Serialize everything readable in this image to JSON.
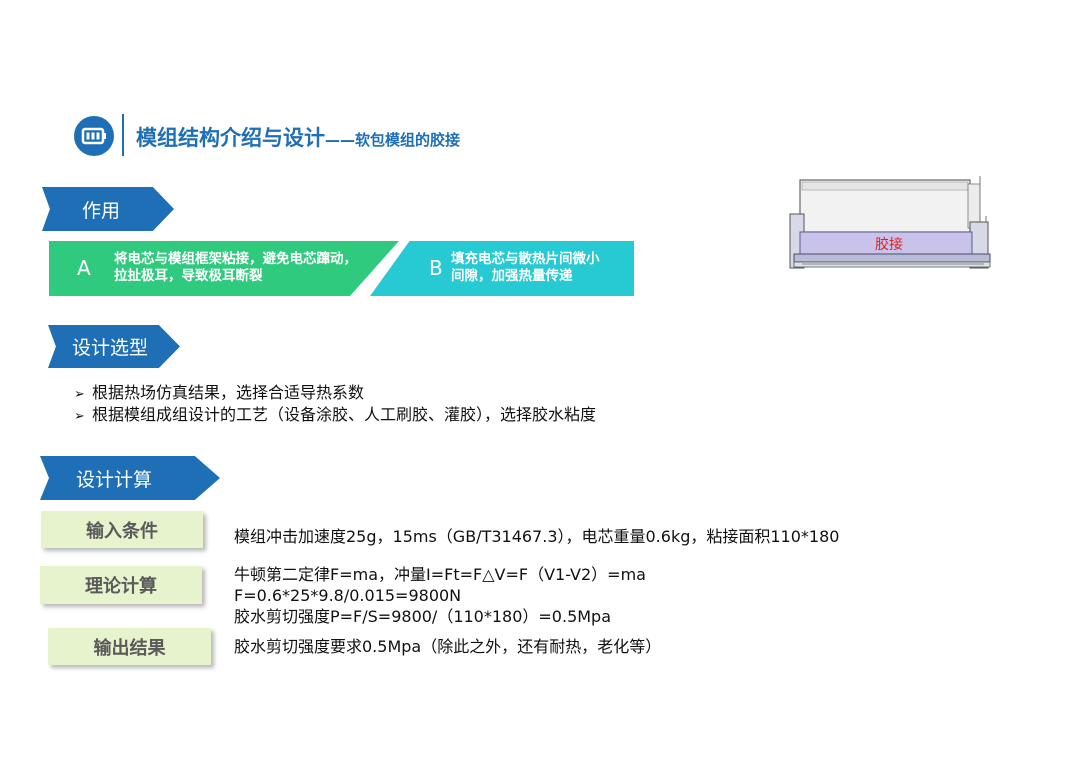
{
  "header": {
    "title": "模组结构介绍与设计",
    "subtitle": "——软包模组的胶接",
    "logo_icon": "battery-icon"
  },
  "section_role": {
    "label": "作用",
    "items": [
      {
        "letter": "A",
        "text_line1": "将电芯与模组框架粘接，避免电芯蹿动，",
        "text_line2": "拉扯极耳，导致极耳断裂"
      },
      {
        "letter": "B",
        "text_line1": "填充电芯与散热片间微小",
        "text_line2": "间隙，加强热量传递"
      }
    ]
  },
  "diagram": {
    "label": "胶接",
    "label_color": "#e02020"
  },
  "section_design": {
    "label": "设计选型",
    "bullets": [
      "根据热场仿真结果，选择合适导热系数",
      "根据模组成组设计的工艺（设备涂胶、人工刷胶、灌胶），选择胶水粘度"
    ],
    "bullet_marker": "➢"
  },
  "section_calc": {
    "label": "设计计算",
    "input": {
      "label": "输入条件",
      "line1": "模组冲击加速度25g，15ms（GB/T31467.3），电芯重量0.6kg，粘接面积110*180"
    },
    "theory": {
      "label": "理论计算",
      "line1": "牛顿第二定律F=ma，冲量I=Ft=F△V=F（V1-V2）=ma",
      "line2": "F=0.6*25*9.8/0.015=9800N",
      "line3": "胶水剪切强度P=F/S=9800/（110*180）=0.5Mpa"
    },
    "output": {
      "label": "输出结果",
      "line1": "胶水剪切强度要求0.5Mpa（除此之外，还有耐热，老化等）"
    }
  },
  "colors": {
    "brand_blue": "#1f6fb6",
    "green": "#2fca7e",
    "cyan": "#27c9d3",
    "button_bg": "#e6f3cd"
  }
}
